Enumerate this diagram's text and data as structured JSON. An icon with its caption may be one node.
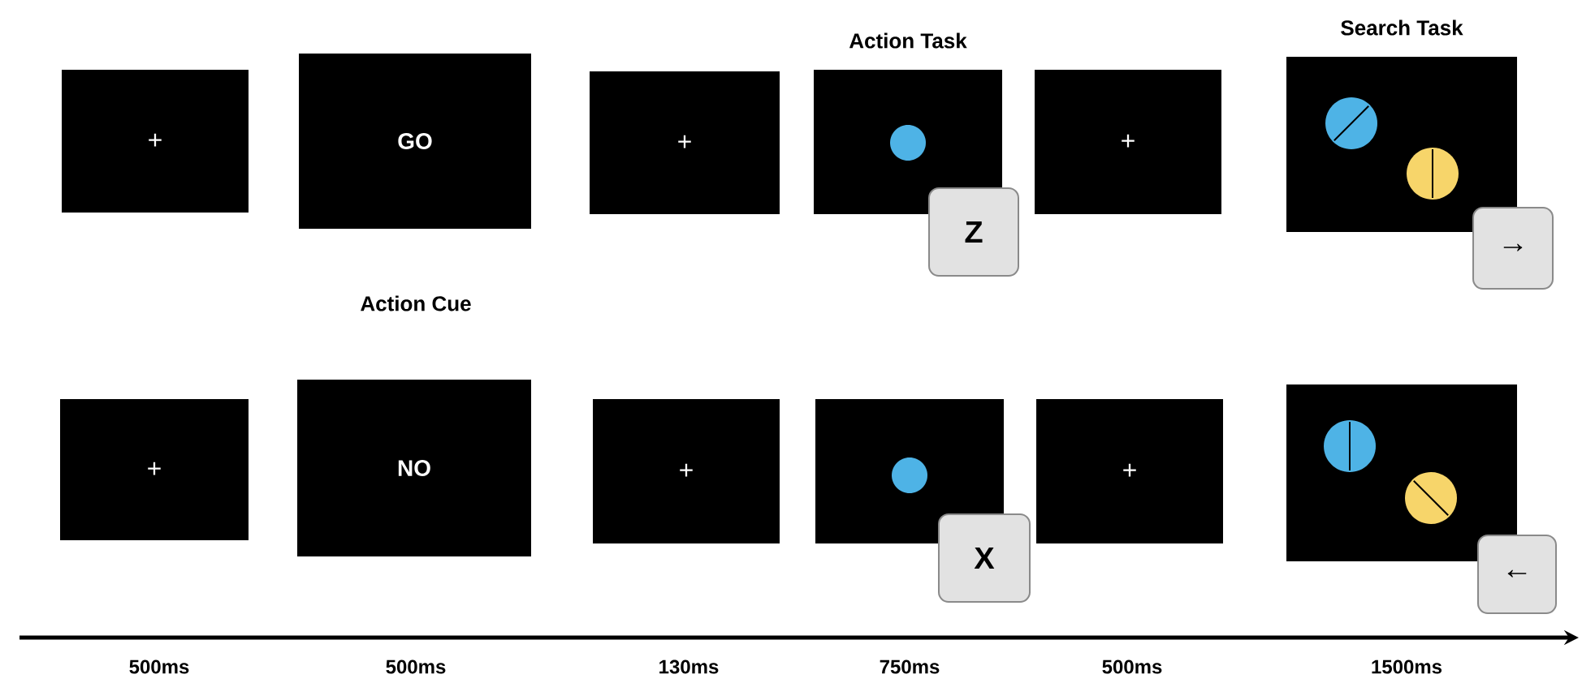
{
  "diagram": {
    "nodes": [
      {
        "text": [
          "+"
        ]
      },
      {
        "text": [
          "GO"
        ]
      },
      {
        "text": [
          "+"
        ]
      },
      {
        "text": [],
        "shape": "box",
        "beside": [
          "Action Task"
        ]
      },
      {
        "text": [
          "Z"
        ]
      },
      {
        "text": [
          "+"
        ]
      },
      {
        "text": [],
        "shape": "box",
        "beside": [
          "Search Task"
        ]
      },
      {
        "text": [
          "→"
        ]
      },
      {
        "text": [
          "+"
        ]
      },
      {
        "text": [
          "NO"
        ]
      },
      {
        "text": [
          "+"
        ]
      },
      {
        "text": [],
        "shape": "box"
      },
      {
        "text": [
          "X"
        ]
      },
      {
        "text": [
          "+"
        ]
      },
      {
        "text": [],
        "shape": "box"
      },
      {
        "text": [
          "←"
        ]
      }
    ],
    "labels": [
      "Action Cue",
      "500ms",
      "500ms",
      "130ms",
      "750ms",
      "500ms",
      "1500ms"
    ]
  }
}
